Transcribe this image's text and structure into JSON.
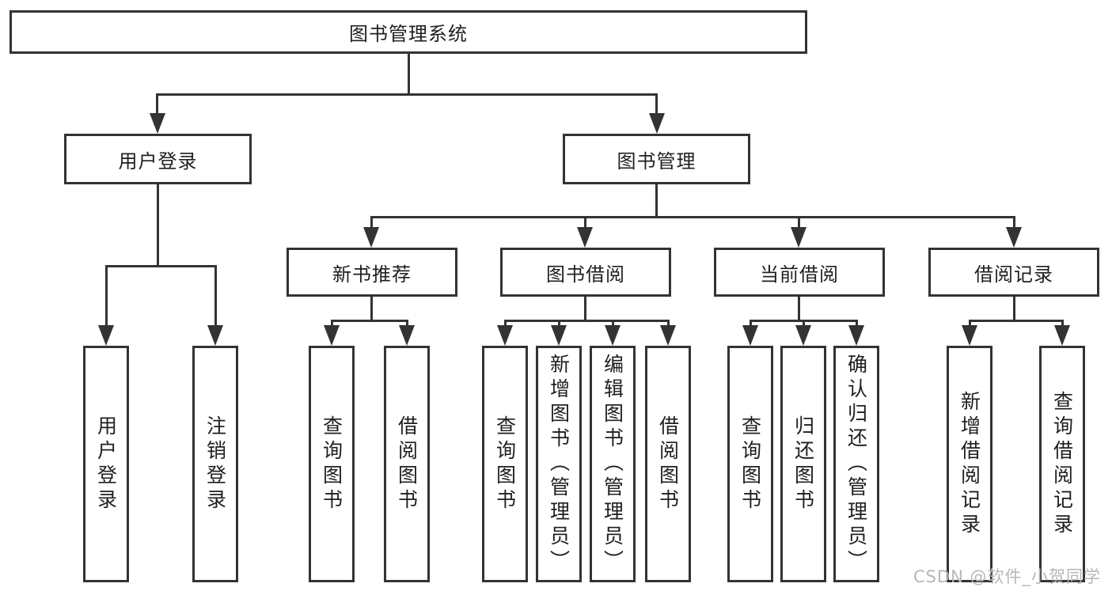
{
  "page": {
    "watermark": "CSDN @软件_小贺同学"
  },
  "colors": {
    "line": "#333333",
    "text": "#1f1f1f",
    "watermark": "#b3b7bd",
    "background": "#ffffff"
  },
  "tree": {
    "root": {
      "label": "图书管理系统",
      "children": [
        {
          "label": "用户登录",
          "children": [
            {
              "label": "用户登录"
            },
            {
              "label": "注销登录"
            }
          ]
        },
        {
          "label": "图书管理",
          "children": [
            {
              "label": "新书推荐",
              "children": [
                {
                  "label": "查询图书"
                },
                {
                  "label": "借阅图书"
                }
              ]
            },
            {
              "label": "图书借阅",
              "children": [
                {
                  "label": "查询图书"
                },
                {
                  "label": "新增图书（管理员）"
                },
                {
                  "label": "编辑图书（管理员）"
                },
                {
                  "label": "借阅图书"
                }
              ]
            },
            {
              "label": "当前借阅",
              "children": [
                {
                  "label": "查询图书"
                },
                {
                  "label": "归还图书"
                },
                {
                  "label": "确认归还（管理员）"
                }
              ]
            },
            {
              "label": "借阅记录",
              "children": [
                {
                  "label": "新增借阅记录"
                },
                {
                  "label": "查询借阅记录"
                }
              ]
            }
          ]
        }
      ]
    }
  }
}
